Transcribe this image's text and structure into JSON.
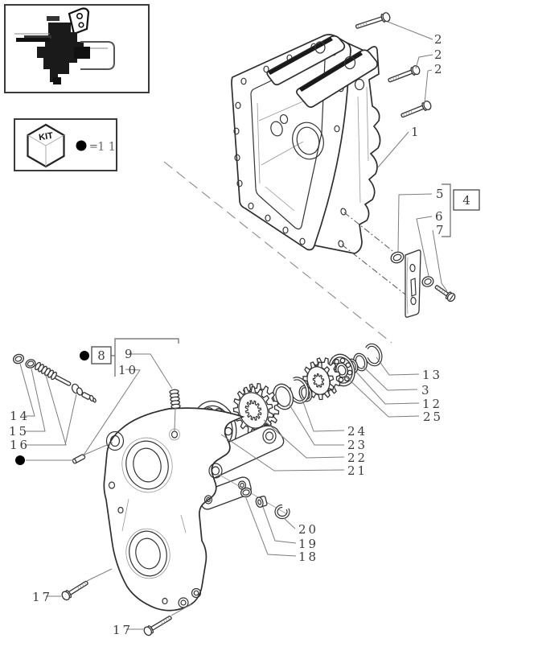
{
  "diagram": {
    "type": "exploded-parts-diagram",
    "legend": {
      "kit_box_label": "KIT",
      "kit_marker_equals": "=",
      "kit_marker_part": "11",
      "kit_dot_color": "#000000"
    },
    "callouts": {
      "c1": "1",
      "c2a": "2",
      "c2b": "2",
      "c2c": "2",
      "c3": "3",
      "c4": "4",
      "c5": "5",
      "c6": "6",
      "c7": "7",
      "c8": "8",
      "c9": "9",
      "c10": "10",
      "c12": "12",
      "c13": "13",
      "c14": "14",
      "c15": "15",
      "c16": "16",
      "c17a": "17",
      "c17b": "17",
      "c18": "18",
      "c19": "19",
      "c20": "20",
      "c21": "21",
      "c22": "22",
      "c23": "23",
      "c24": "24",
      "c25": "25"
    }
  }
}
